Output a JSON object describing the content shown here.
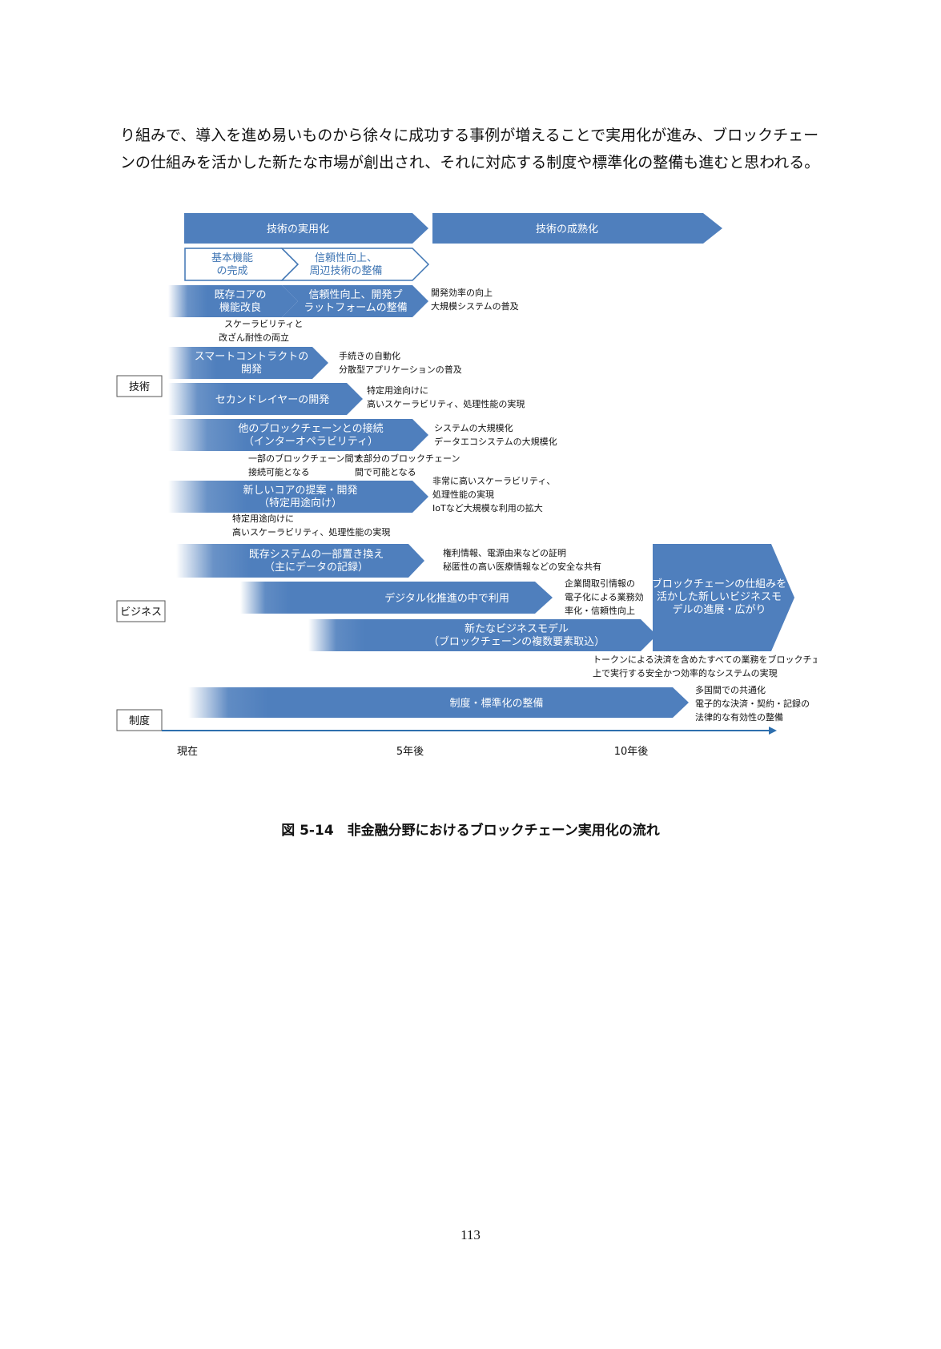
{
  "body_text": {
    "line1": "り組みで、導入を進め易いものから徐々に成功する事例が増えることで実用化が進み、ブロックチェー",
    "line2": "ンの仕組みを活かした新たな市場が創出され、それに対応する制度や標準化の整備も進むと思われる。"
  },
  "diagram": {
    "colors": {
      "arrow_fill": "#4f7fbd",
      "arrow_outline": "#3f75b3",
      "axis": "#2e6fae"
    },
    "side_labels": {
      "tech": "技術",
      "business": "ビジネス",
      "system": "制度"
    },
    "phases": {
      "practical": "技術の実用化",
      "maturity": "技術の成熟化"
    },
    "outline_arrows": {
      "a1_l1": "基本機能",
      "a1_l2": "の完成",
      "a2_l1": "信頼性向上、",
      "a2_l2": "周辺技術の整備"
    },
    "core": {
      "a1_l1": "既存コアの",
      "a1_l2": "機能改良",
      "a2_l1": "信頼性向上、開発プ",
      "a2_l2": "ラットフォームの整備",
      "n1_l1": "開発効率の向上",
      "n1_l2": "大規模システムの普及",
      "n2_l1": "スケーラビリティと",
      "n2_l2": "改ざん耐性の両立"
    },
    "smart": {
      "l1": "スマートコントラクトの",
      "l2": "開発",
      "n1": "手続きの自動化",
      "n2": "分散型アプリケーションの普及"
    },
    "second": {
      "label": "セカンドレイヤーの開発",
      "n1": "特定用途向けに",
      "n2": "高いスケーラビリティ、処理性能の実現"
    },
    "interop": {
      "l1": "他のブロックチェーンとの接続",
      "l2": "（インターオペラビリティ）",
      "n1_l1": "システムの大規模化",
      "n1_l2": "データエコシステムの大規模化",
      "n2_l1": "一部のブロックチェーン間で",
      "n2_l2": "接続可能となる",
      "n3_l1": "大部分のブロックチェーン",
      "n3_l2": "間で可能となる"
    },
    "newcore": {
      "l1": "新しいコアの提案・開発",
      "l2": "（特定用途向け）",
      "n1_l1": "非常に高いスケーラビリティ、",
      "n1_l2": "処理性能の実現",
      "n1_l3": "IoTなど大規模な利用の拡大",
      "n2_l1": "特定用途向けに",
      "n2_l2": "高いスケーラビリティ、処理性能の実現"
    },
    "biz": {
      "a1_l1": "既存システムの一部置き換え",
      "a1_l2": "（主にデータの記録）",
      "a1_n1": "権利情報、電源由来などの証明",
      "a1_n2": "秘匿性の高い医療情報などの安全な共有",
      "a2_label": "デジタル化推進の中で利用",
      "a2_n1": "企業間取引情報の",
      "a2_n2": "電子化による業務効",
      "a2_n3": "率化・信頼性向上",
      "a3_l1": "新たなビジネスモデル",
      "a3_l2": "（ブロックチェーンの複数要素取込）",
      "big_l1": "ブロックチェーンの仕組みを",
      "big_l2": "活かした新しいビジネスモ",
      "big_l3": "デルの進展・広がり",
      "n_l1": "トークンによる決済を含めたすべての業務をブロックチェーン",
      "n_l2": "上で実行する安全かつ効率的なシステムの実現"
    },
    "policy": {
      "label": "制度・標準化の整備",
      "n1": "多国間での共通化",
      "n2": "電子的な決済・契約・記録の",
      "n3": "法律的な有効性の整備"
    },
    "timeline": {
      "t0": "現在",
      "t5": "5年後",
      "t10": "10年後"
    }
  },
  "caption": "図 5-14　非金融分野におけるブロックチェーン実用化の流れ",
  "page_number": "113"
}
